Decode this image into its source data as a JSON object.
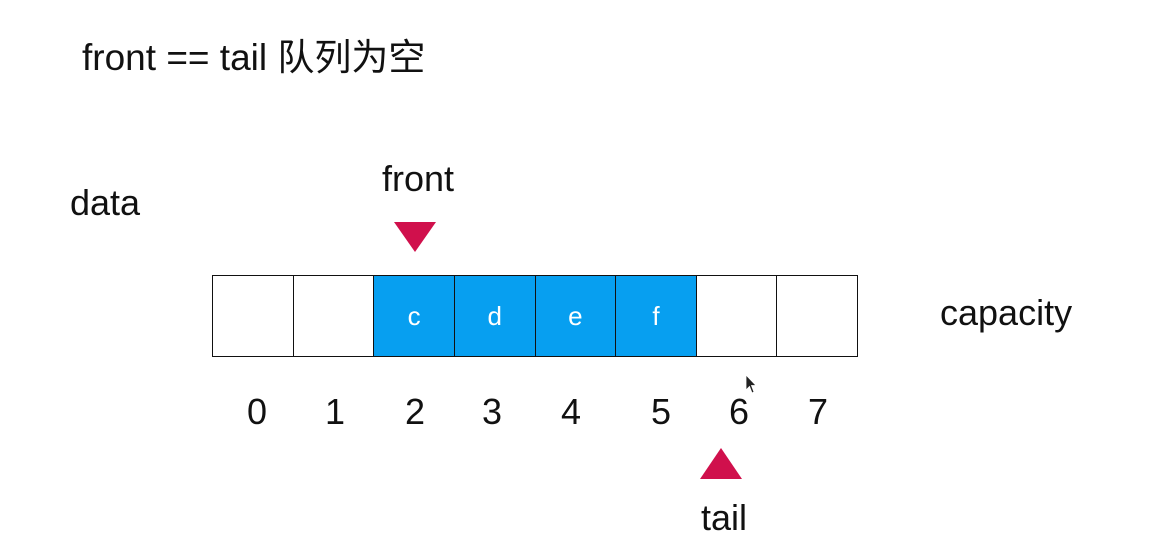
{
  "title": "front == tail 队列为空",
  "labels": {
    "data": "data",
    "capacity": "capacity",
    "front": "front",
    "tail": "tail"
  },
  "array": {
    "cells": [
      "",
      "",
      "c",
      "d",
      "e",
      "f",
      "",
      ""
    ],
    "filled": [
      false,
      false,
      true,
      true,
      true,
      true,
      false,
      false
    ],
    "indices": [
      "0",
      "1",
      "2",
      "3",
      "4",
      "5",
      "6",
      "7"
    ]
  },
  "pointers": {
    "front_index": 2,
    "tail_index": 6
  },
  "colors": {
    "filled_cell": "#079ff0",
    "pointer": "#d0104c",
    "cell_text": "#ffffff"
  },
  "icons": {
    "cursor": "mouse-cursor-icon"
  }
}
